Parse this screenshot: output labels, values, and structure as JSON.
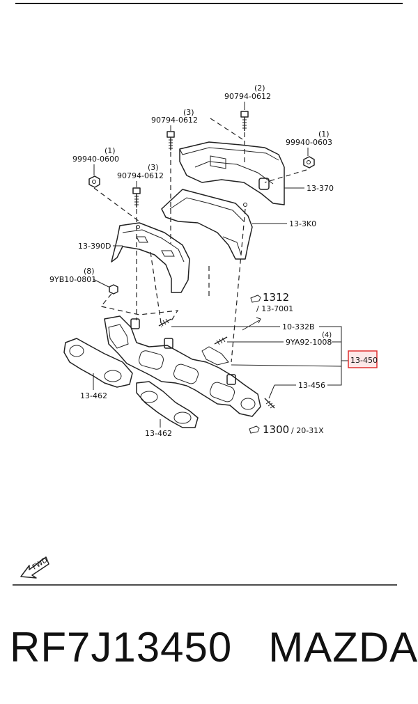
{
  "labels": {
    "bolt_top_qty": "(2)",
    "bolt_top": "90794-0612",
    "bolt_left_qty": "(3)",
    "bolt_left": "90794-0612",
    "nut_right_qty": "(1)",
    "nut_right": "99940-0603",
    "nut_left_qty": "(1)",
    "nut_left": "99940-0600",
    "bolt_mid_qty": "(3)",
    "bolt_mid": "90794-0612",
    "insulator_upper": "13-370",
    "insulator_mid": "13-3K0",
    "insulator_lower": "13-390D",
    "nut_small_qty": "(8)",
    "nut_small": "9YB10-0801",
    "ref_1312": "1312",
    "ref_13_7001": "/ 13-7001",
    "stud_1": "10-332B",
    "stud_2_qty": "(4)",
    "stud_2": "9YA92-1008",
    "manifold": "13-450",
    "stud_3": "13-456",
    "gasket_1": "13-462",
    "gasket_2": "13-462",
    "ref_1300": "1300",
    "ref_20_31x": "/ 20-31X",
    "fwd": "FWD"
  },
  "footer": {
    "part_number": "RF7J13450",
    "brand": "MAZDA"
  },
  "highlight_color": "#e03030"
}
